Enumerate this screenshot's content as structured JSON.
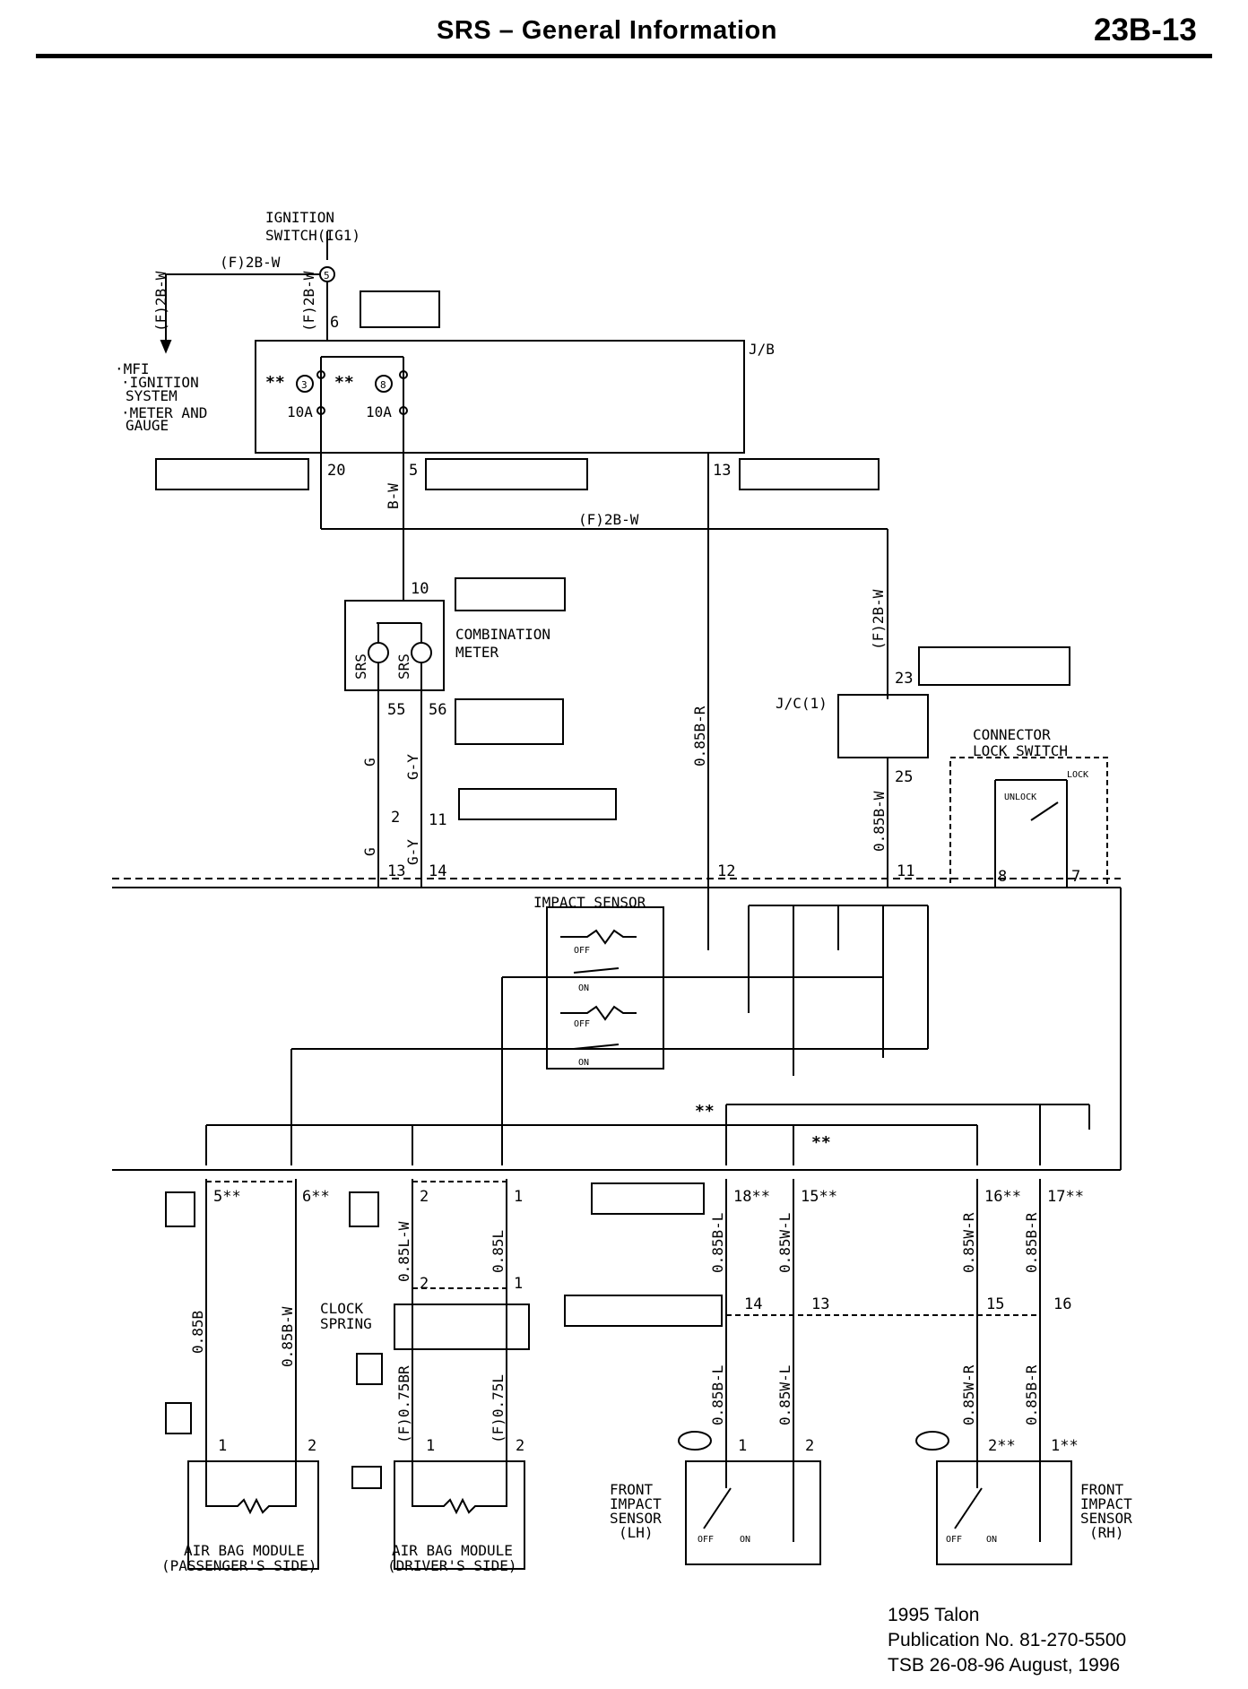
{
  "header": {
    "title": "SRS – General Information",
    "page_number": "23B-13"
  },
  "footer": {
    "line1": "1995 Talon",
    "line2": "Publication No. 81-270-5500",
    "line3": "TSB 26-08-96   August, 1996"
  },
  "labels": {
    "ignition": "IGNITION",
    "ignition2": "SWITCH(IG1)",
    "wire_top": "(F)2B-W",
    "mfi1": "·MFI",
    "mfi2": "·IGNITION",
    "mfi3": "SYSTEM",
    "mfi4": "·METER AND",
    "mfi5": "GAUGE",
    "jb": "J/B",
    "fuse_a": "10A",
    "fuse_b": "10A",
    "bw": "B-W",
    "f2bw": "(F)2B-W",
    "f2bw_h": "(F)2B-W",
    "combo1": "COMBINATION",
    "combo2": "METER",
    "srs": "SRS",
    "jc": "J/C(1)",
    "cls1": "CONNECTOR",
    "cls2": "LOCK SWITCH",
    "lock": "LOCK",
    "unlock": "UNLOCK",
    "w_g": "G",
    "w_gy": "G-Y",
    "w_085br": "0.85B-R",
    "w_085bw": "0.85B-W",
    "impact": "IMPACT SENSOR",
    "off": "OFF",
    "on": "ON",
    "star": "**",
    "w_085b": "0.85B",
    "w_085bw2": "0.85B-W",
    "w_085lw": "0.85L-W",
    "w_085l": "0.85L",
    "clock1": "CLOCK",
    "clock2": "SPRING",
    "w_f075br": "(F)0.75BR",
    "w_f075l": "(F)0.75L",
    "w_085bl": "0.85B-L",
    "w_085wl": "0.85W-L",
    "w_085wr": "0.85W-R",
    "w_085br2": "0.85B-R",
    "abm_p1": "AIR BAG MODULE",
    "abm_p2": "(PASSENGER'S SIDE)",
    "abm_d1": "AIR BAG MODULE",
    "abm_d2": "(DRIVER'S SIDE)",
    "fis_lh1": "FRONT",
    "fis_lh2": "IMPACT",
    "fis_lh3": "SENSOR",
    "fis_lh4": "(LH)",
    "fis_rh1": "FRONT",
    "fis_rh2": "IMPACT",
    "fis_rh3": "SENSOR",
    "fis_rh4": "(RH)",
    "conn_3": "3",
    "conn_8": "8",
    "conn_5": "5"
  },
  "pins": {
    "p6": "6",
    "p20": "20",
    "p5": "5",
    "p13": "13",
    "p10": "10",
    "p55": "55",
    "p56": "56",
    "p2": "2",
    "p11": "11",
    "p13b": "13",
    "p14": "14",
    "p12": "12",
    "p11b": "11",
    "p23": "23",
    "p25": "25",
    "p8": "8",
    "p7": "7",
    "p5s": "5**",
    "p6s": "6**",
    "p2a": "2",
    "p1a": "1",
    "p18s": "18**",
    "p15s": "15**",
    "p16s": "16**",
    "p17s": "17**",
    "p2b": "2",
    "p1b": "1",
    "p14b": "14",
    "p13c": "13",
    "p15b": "15",
    "p16b": "16",
    "p1c": "1",
    "p2c": "2",
    "p1d": "1",
    "p2d": "2",
    "p1e": "1",
    "p2e": "2",
    "p2s": "2**",
    "p1s": "1**"
  }
}
